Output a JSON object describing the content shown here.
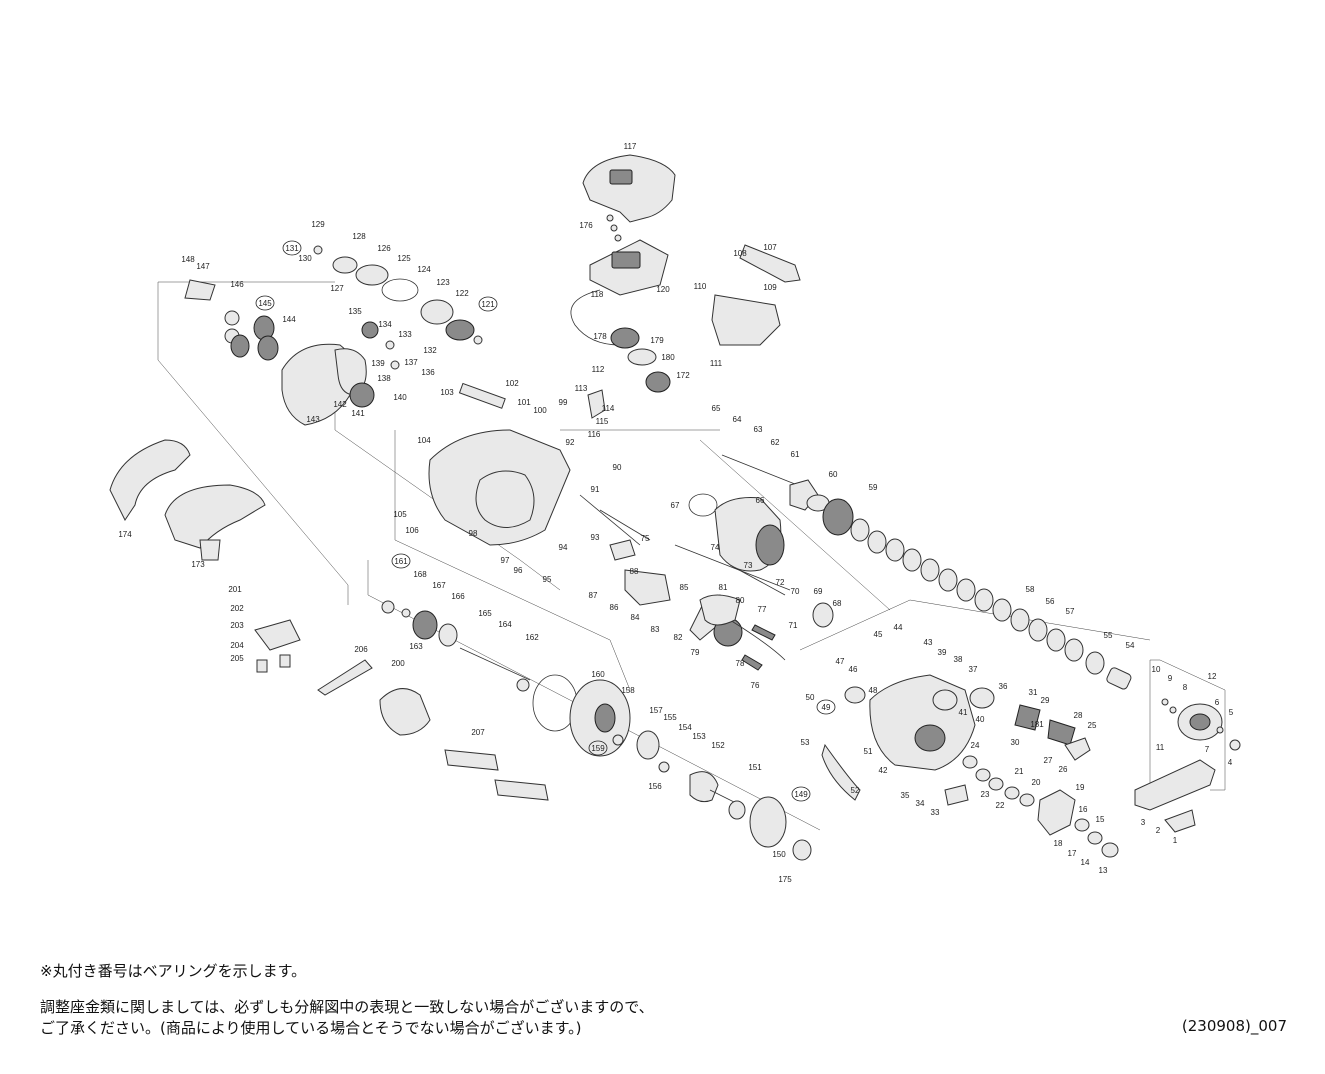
{
  "notes": {
    "bearing_note": "※丸付き番号はベアリングを示します。",
    "disclaimer_line1": "調整座金類に関しましては、必ずしも分解図中の表現と一致しない場合がございますので、",
    "disclaimer_line2": "ご了承ください。(商品により使用している場合とそうでない場合がございます。)"
  },
  "diagram_code": "(230908)_007",
  "bearing_callouts": [
    "131",
    "145",
    "121",
    "161",
    "149",
    "159",
    "49"
  ],
  "part_labels": [
    "1",
    "2",
    "3",
    "4",
    "5",
    "6",
    "7",
    "8",
    "9",
    "10",
    "11",
    "12",
    "13",
    "14",
    "15",
    "16",
    "17",
    "18",
    "19",
    "20",
    "21",
    "22",
    "23",
    "24",
    "25",
    "26",
    "27",
    "28",
    "29",
    "30",
    "31",
    "33",
    "34",
    "35",
    "36",
    "37",
    "38",
    "39",
    "40",
    "41",
    "42",
    "43",
    "44",
    "45",
    "46",
    "47",
    "48",
    "49",
    "50",
    "51",
    "52",
    "53",
    "54",
    "55",
    "56",
    "57",
    "58",
    "59",
    "60",
    "61",
    "62",
    "63",
    "64",
    "65",
    "66",
    "67",
    "68",
    "69",
    "70",
    "71",
    "72",
    "73",
    "74",
    "75",
    "76",
    "77",
    "78",
    "79",
    "80",
    "81",
    "82",
    "83",
    "84",
    "85",
    "86",
    "87",
    "88",
    "90",
    "91",
    "92",
    "93",
    "94",
    "95",
    "96",
    "97",
    "98",
    "99",
    "100",
    "101",
    "102",
    "103",
    "104",
    "105",
    "106",
    "107",
    "108",
    "109",
    "110",
    "111",
    "112",
    "113",
    "114",
    "115",
    "116",
    "117",
    "118",
    "120",
    "121",
    "122",
    "123",
    "124",
    "125",
    "126",
    "127",
    "128",
    "129",
    "130",
    "131",
    "132",
    "133",
    "134",
    "135",
    "136",
    "137",
    "138",
    "139",
    "140",
    "141",
    "142",
    "143",
    "144",
    "145",
    "146",
    "147",
    "148",
    "149",
    "150",
    "151",
    "152",
    "153",
    "154",
    "155",
    "156",
    "157",
    "158",
    "159",
    "160",
    "161",
    "162",
    "163",
    "164",
    "165",
    "166",
    "167",
    "168",
    "172",
    "173",
    "174",
    "175",
    "176",
    "178",
    "179",
    "180",
    "181",
    "200",
    "201",
    "202",
    "203",
    "204",
    "205",
    "206",
    "207"
  ]
}
